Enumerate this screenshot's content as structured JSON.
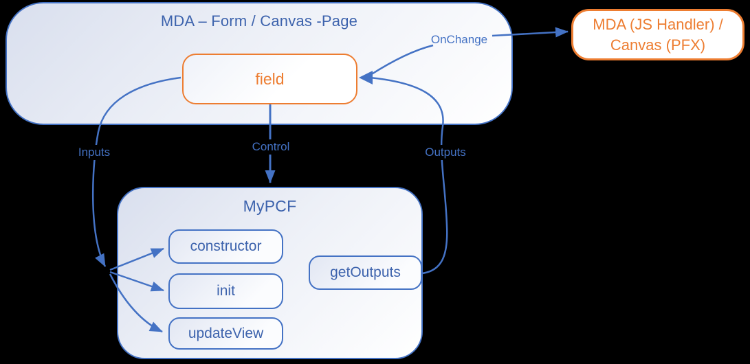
{
  "outer_container": {
    "title": "MDA – Form / Canvas -Page"
  },
  "field_box": {
    "label": "field"
  },
  "handler_box": {
    "label_line1": "MDA (JS Handler) /",
    "label_line2": "Canvas (PFX)"
  },
  "pcf_container": {
    "title": "MyPCF",
    "methods": [
      "constructor",
      "init",
      "updateView"
    ],
    "output_method": "getOutputs"
  },
  "connectors": {
    "inputs": "Inputs",
    "control": "Control",
    "outputs": "Outputs",
    "onchange": "OnChange"
  },
  "colors": {
    "connector_blue": "#4472C4",
    "text_blue": "#3d63ad",
    "accent_orange": "#ED7D31",
    "background": "#000000"
  }
}
